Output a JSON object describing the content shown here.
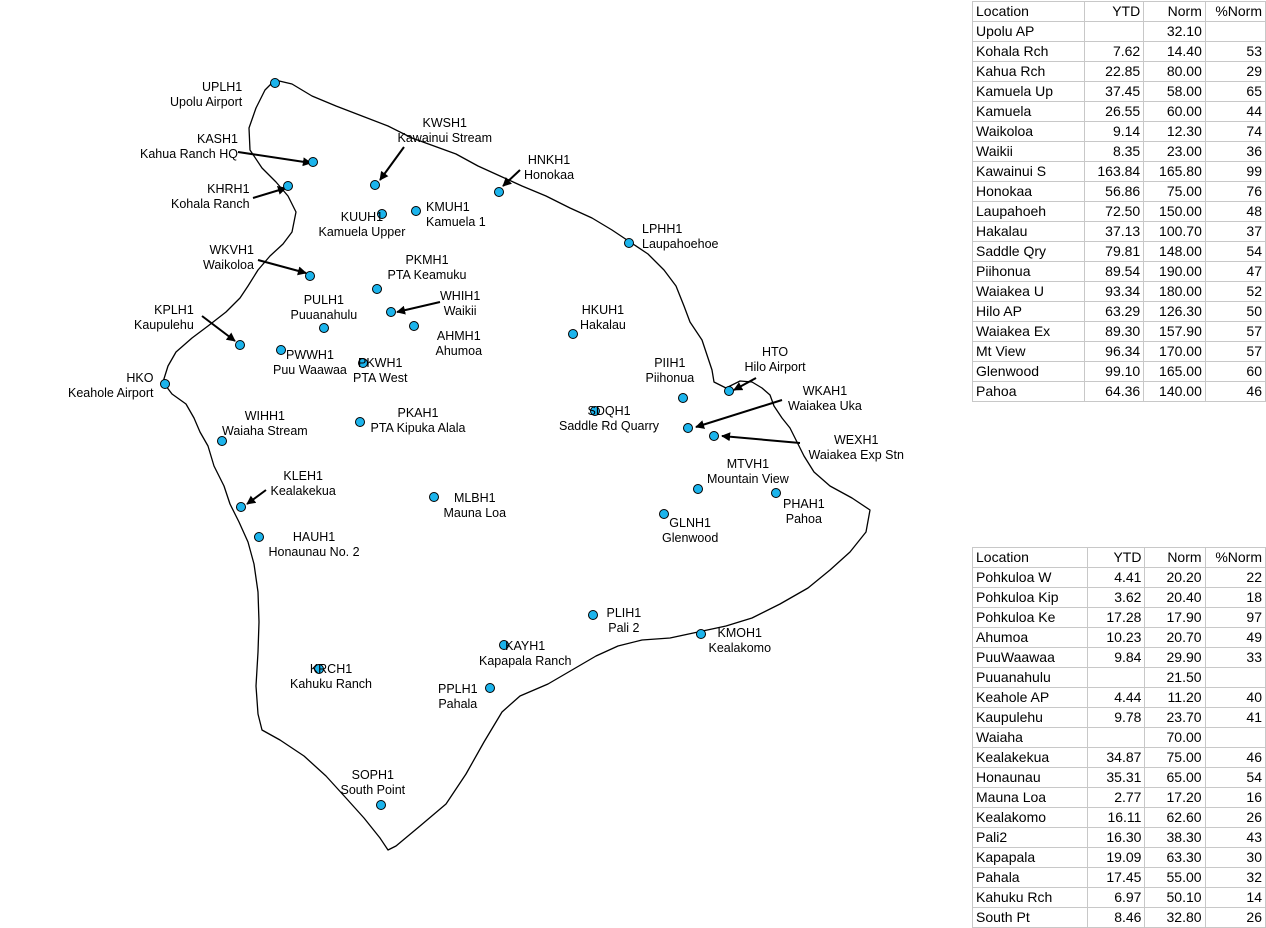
{
  "map": {
    "stations": [
      {
        "code": "UPLH1",
        "name": "Upolu Airport"
      },
      {
        "code": "KASH1",
        "name": "Kahua Ranch HQ"
      },
      {
        "code": "KHRH1",
        "name": "Kohala Ranch"
      },
      {
        "code": "KWSH1",
        "name": "Kawainui Stream"
      },
      {
        "code": "KUUH1",
        "name": "Kamuela Upper"
      },
      {
        "code": "KMUH1",
        "name": "Kamuela 1"
      },
      {
        "code": "HNKH1",
        "name": "Honokaa"
      },
      {
        "code": "LPHH1",
        "name": "Laupahoehoe"
      },
      {
        "code": "WKVH1",
        "name": "Waikoloa"
      },
      {
        "code": "PKMH1",
        "name": "PTA Keamuku"
      },
      {
        "code": "PULH1",
        "name": "Puuanahulu"
      },
      {
        "code": "WHIH1",
        "name": "Waikii"
      },
      {
        "code": "KPLH1",
        "name": "Kaupulehu"
      },
      {
        "code": "AHMH1",
        "name": "Ahumoa"
      },
      {
        "code": "HKUH1",
        "name": "Hakalau"
      },
      {
        "code": "PWWH1",
        "name": "Puu Waawaa"
      },
      {
        "code": "PKWH1",
        "name": "PTA West"
      },
      {
        "code": "HKO",
        "name": "Keahole Airport"
      },
      {
        "code": "HTO",
        "name": "Hilo Airport"
      },
      {
        "code": "PIIH1",
        "name": "Piihonua"
      },
      {
        "code": "WKAH1",
        "name": "Waiakea Uka"
      },
      {
        "code": "SDQH1",
        "name": "Saddle Rd Quarry"
      },
      {
        "code": "WIHH1",
        "name": "Waiaha Stream"
      },
      {
        "code": "PKAH1",
        "name": "PTA Kipuka Alala"
      },
      {
        "code": "WEXH1",
        "name": "Waiakea Exp Stn"
      },
      {
        "code": "MTVH1",
        "name": "Mountain View"
      },
      {
        "code": "KLEH1",
        "name": "Kealakekua"
      },
      {
        "code": "MLBH1",
        "name": "Mauna Loa"
      },
      {
        "code": "PHAH1",
        "name": "Pahoa"
      },
      {
        "code": "GLNH1",
        "name": "Glenwood"
      },
      {
        "code": "HAUH1",
        "name": "Honaunau No. 2"
      },
      {
        "code": "PLIH1",
        "name": "Pali 2"
      },
      {
        "code": "KMOH1",
        "name": "Kealakomo"
      },
      {
        "code": "KAYH1",
        "name": "Kapapala Ranch"
      },
      {
        "code": "KRCH1",
        "name": "Kahuku Ranch"
      },
      {
        "code": "PPLH1",
        "name": "Pahala"
      },
      {
        "code": "SOPH1",
        "name": "South Point"
      }
    ],
    "marker_color": "#1cb4ec",
    "coast_color": "#000000"
  },
  "tables": {
    "columns": [
      "Location",
      "YTD",
      "Norm",
      "%Norm"
    ],
    "table1": [
      [
        "Upolu AP",
        "",
        "32.10",
        ""
      ],
      [
        "Kohala Rch",
        "7.62",
        "14.40",
        "53"
      ],
      [
        "Kahua Rch",
        "22.85",
        "80.00",
        "29"
      ],
      [
        "Kamuela Up",
        "37.45",
        "58.00",
        "65"
      ],
      [
        "Kamuela",
        "26.55",
        "60.00",
        "44"
      ],
      [
        "Waikoloa",
        "9.14",
        "12.30",
        "74"
      ],
      [
        "Waikii",
        "8.35",
        "23.00",
        "36"
      ],
      [
        "Kawainui S",
        "163.84",
        "165.80",
        "99"
      ],
      [
        "Honokaa",
        "56.86",
        "75.00",
        "76"
      ],
      [
        "Laupahoeh",
        "72.50",
        "150.00",
        "48"
      ],
      [
        "Hakalau",
        "37.13",
        "100.70",
        "37"
      ],
      [
        "Saddle Qry",
        "79.81",
        "148.00",
        "54"
      ],
      [
        "Piihonua",
        "89.54",
        "190.00",
        "47"
      ],
      [
        "Waiakea U",
        "93.34",
        "180.00",
        "52"
      ],
      [
        "Hilo AP",
        "63.29",
        "126.30",
        "50"
      ],
      [
        "Waiakea Ex",
        "89.30",
        "157.90",
        "57"
      ],
      [
        "Mt View",
        "96.34",
        "170.00",
        "57"
      ],
      [
        "Glenwood",
        "99.10",
        "165.00",
        "60"
      ],
      [
        "Pahoa",
        "64.36",
        "140.00",
        "46"
      ]
    ],
    "table2": [
      [
        "Pohkuloa W",
        "4.41",
        "20.20",
        "22"
      ],
      [
        "Pohkuloa Kip",
        "3.62",
        "20.40",
        "18"
      ],
      [
        "Pohkuloa Ke",
        "17.28",
        "17.90",
        "97"
      ],
      [
        "Ahumoa",
        "10.23",
        "20.70",
        "49"
      ],
      [
        "PuuWaawaa",
        "9.84",
        "29.90",
        "33"
      ],
      [
        "Puuanahulu",
        "",
        "21.50",
        ""
      ],
      [
        "Keahole AP",
        "4.44",
        "11.20",
        "40"
      ],
      [
        "Kaupulehu",
        "9.78",
        "23.70",
        "41"
      ],
      [
        "Waiaha",
        "",
        "70.00",
        ""
      ],
      [
        "Kealakekua",
        "34.87",
        "75.00",
        "46"
      ],
      [
        "Honaunau",
        "35.31",
        "65.00",
        "54"
      ],
      [
        "Mauna Loa",
        "2.77",
        "17.20",
        "16"
      ],
      [
        "Kealakomo",
        "16.11",
        "62.60",
        "26"
      ],
      [
        "Pali2",
        "16.30",
        "38.30",
        "43"
      ],
      [
        "Kapapala",
        "19.09",
        "63.30",
        "30"
      ],
      [
        "Pahala",
        "17.45",
        "55.00",
        "32"
      ],
      [
        "Kahuku Rch",
        "6.97",
        "50.10",
        "14"
      ],
      [
        "South Pt",
        "8.46",
        "32.80",
        "26"
      ]
    ]
  }
}
